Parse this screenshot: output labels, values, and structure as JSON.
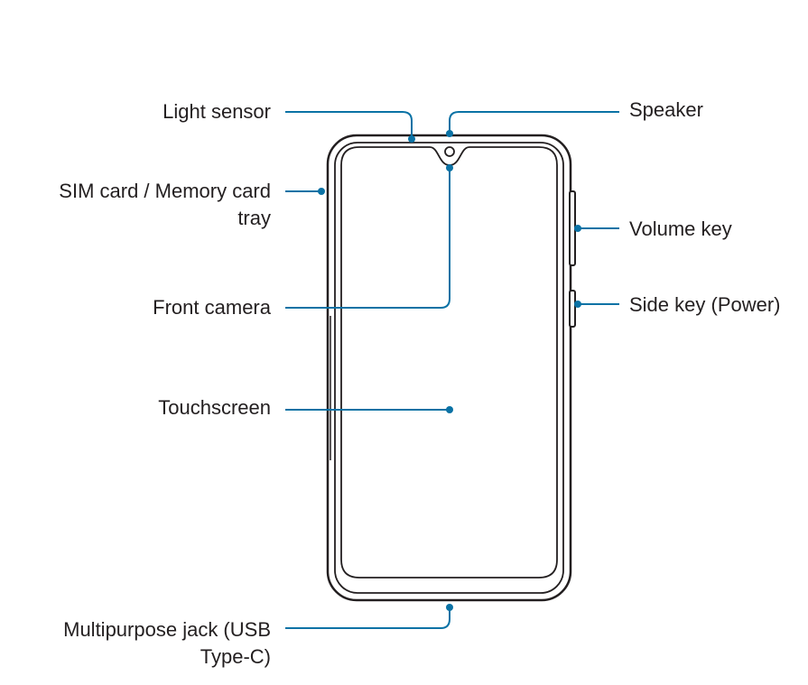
{
  "accent_color": "#0a72a5",
  "outline_color": "#231f20",
  "labels": {
    "light_sensor": "Light sensor",
    "sim_tray_line1": "SIM card / Memory card",
    "sim_tray_line2": "tray",
    "front_camera": "Front camera",
    "touchscreen": "Touchscreen",
    "multipurpose_line1": "Multipurpose jack (USB",
    "multipurpose_line2": "Type-C)",
    "speaker": "Speaker",
    "volume_key": "Volume key",
    "side_key": "Side key (Power)"
  }
}
